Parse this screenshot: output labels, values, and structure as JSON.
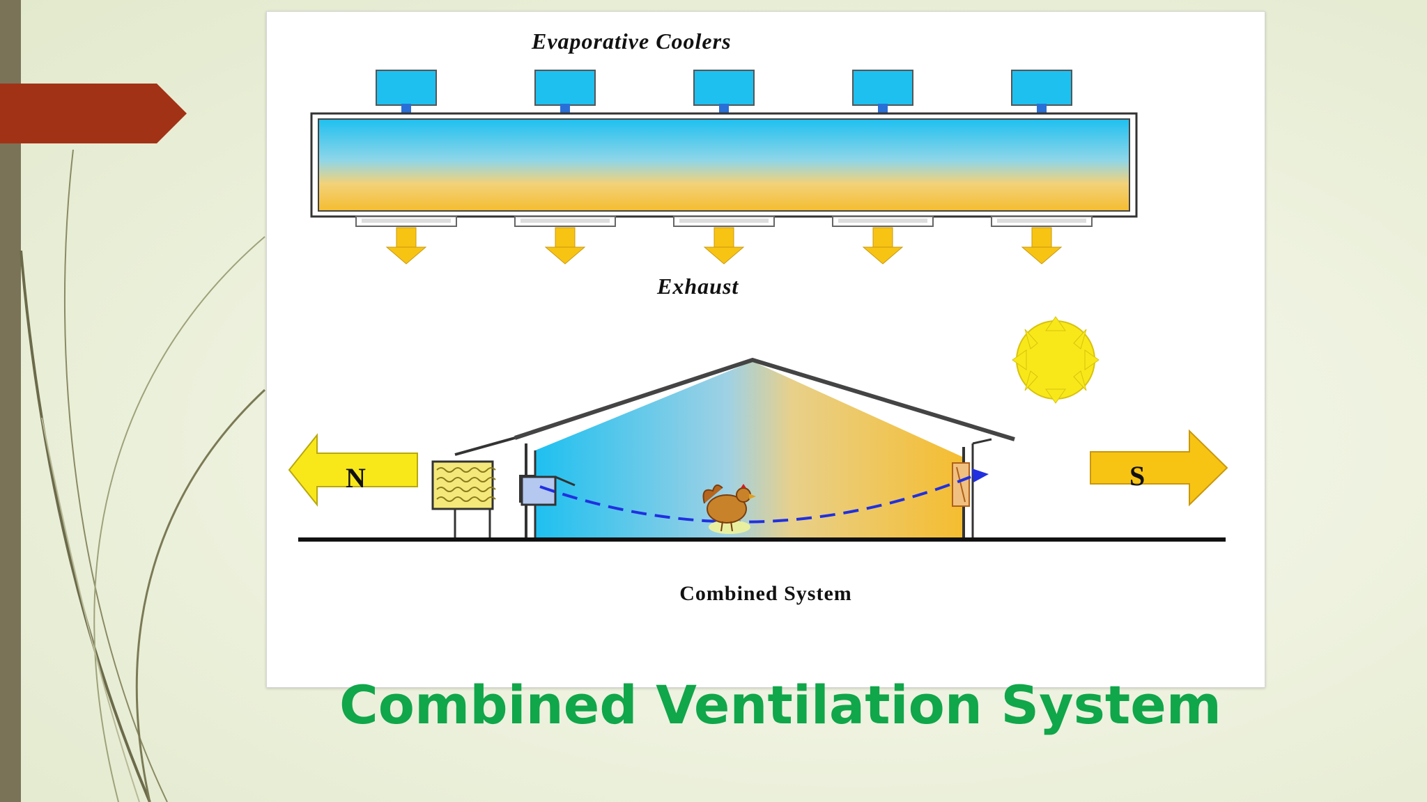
{
  "slide": {
    "title": "Combined Ventilation System"
  },
  "diagram": {
    "top_label": "Evaporative Coolers",
    "middle_label": "Exhaust",
    "caption": "Combined System",
    "north_label": "N",
    "south_label": "S"
  },
  "colors": {
    "title_green": "#10a64a",
    "accent_red": "#a23216",
    "cooler_blue": "#1ec0f0",
    "exhaust_yellow": "#f8c414",
    "sun_yellow": "#f8e81a"
  },
  "icons": [
    "sun-icon",
    "chicken-icon",
    "north-arrow-icon",
    "south-arrow-icon"
  ]
}
